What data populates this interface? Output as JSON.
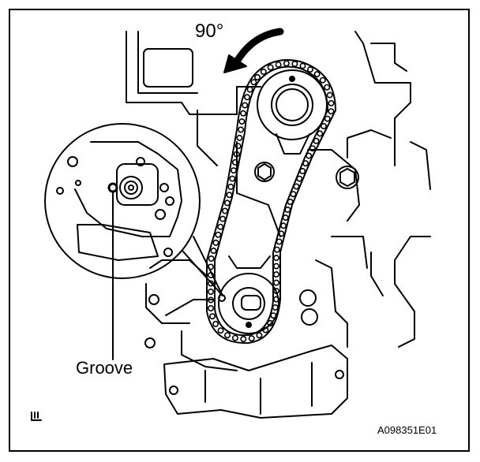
{
  "labels": {
    "angle": "90°",
    "groove": "Groove",
    "figure_code": "A098351E01"
  },
  "icons": {
    "rotation_arrow": "curved-arrow-counterclockwise",
    "corner_mark": "bi-mark"
  },
  "colors": {
    "line": "#000000",
    "background": "#ffffff"
  }
}
